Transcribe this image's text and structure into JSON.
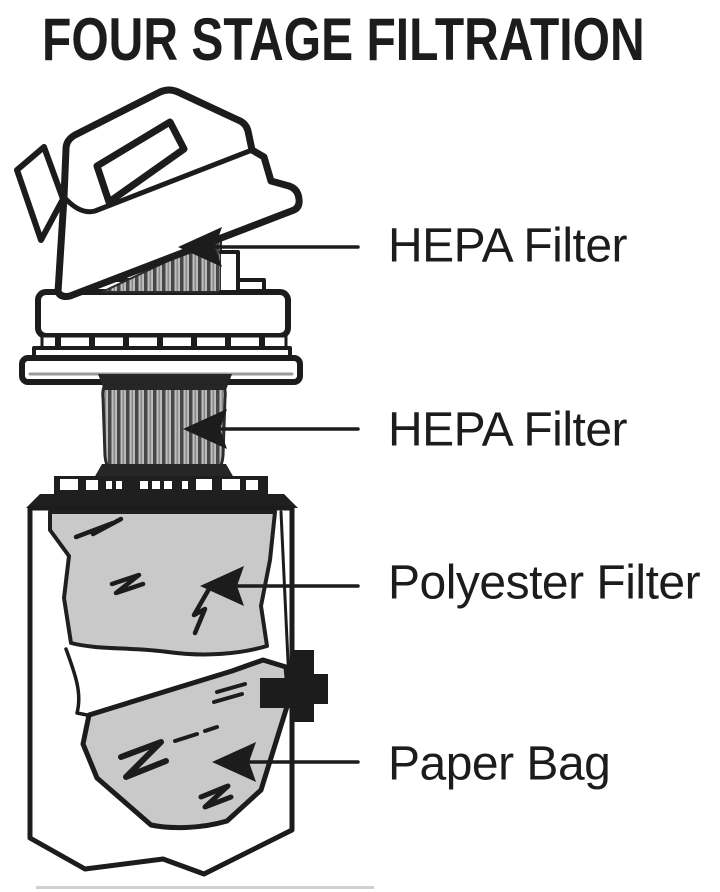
{
  "title": "FOUR STAGE FILTRATION",
  "callouts": [
    {
      "label": "HEPA Filter",
      "points_to": "hepa-filter-top"
    },
    {
      "label": "HEPA Filter",
      "points_to": "hepa-filter-cartridge"
    },
    {
      "label": "Polyester Filter",
      "points_to": "polyester-filter"
    },
    {
      "label": "Paper Bag",
      "points_to": "paper-bag"
    }
  ],
  "colors": {
    "ink": "#1c1c1c",
    "filter_gray": "#c9c9c9",
    "hatch_light": "#bdbdbd",
    "hatch_dark": "#474747",
    "background": "#ffffff"
  }
}
